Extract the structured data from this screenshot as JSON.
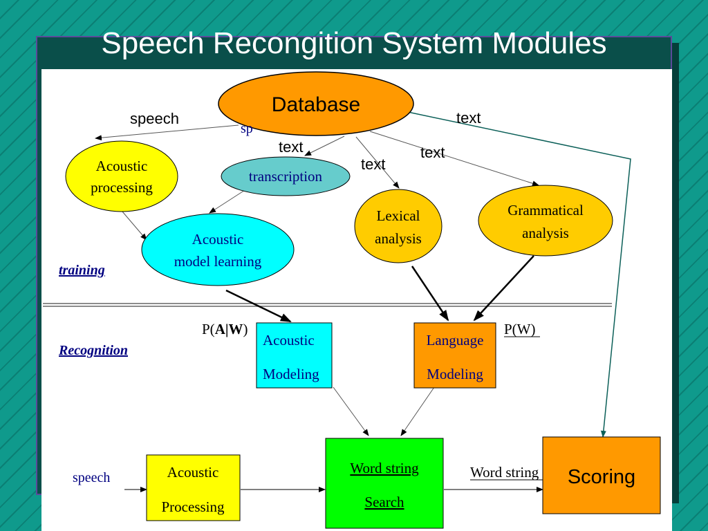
{
  "slide": {
    "title": "Speech Recongition System Modules"
  },
  "colors": {
    "teal_bg": "#0f9a8c",
    "orange": "#ff9900",
    "yellow": "#ffff00",
    "gold": "#ffcc00",
    "cyan": "#00ffff",
    "light_teal": "#66cccc",
    "green": "#00ff00",
    "label_blue": "#000080"
  },
  "diagram": {
    "database": "Database",
    "arrow_labels": {
      "speech": "speech",
      "text_right": "text",
      "text_transcription": "text",
      "text_lexical": "text",
      "text_grammatical": "text",
      "partial_speech": "sp"
    },
    "training_nodes": {
      "acoustic_processing_line1": "Acoustic",
      "acoustic_processing_line2": "processing",
      "transcription": "transcription",
      "acoustic_model_learning_line1": "Acoustic",
      "acoustic_model_learning_line2": "model learning",
      "lexical_line1": "Lexical",
      "lexical_line2": "analysis",
      "grammatical_line1": "Grammatical",
      "grammatical_line2": "analysis"
    },
    "sections": {
      "training": "training",
      "recognition": "Recognition"
    },
    "recognition_nodes": {
      "p_a_w_prefix": "P(",
      "p_a_w_bold": "A|W",
      "p_a_w_suffix": ")",
      "acoustic_modeling_line1": "Acoustic",
      "acoustic_modeling_line2": "Modeling",
      "language_modeling_line1": "Language",
      "language_modeling_line2": "Modeling",
      "p_w": "P(W)",
      "speech_input": "speech",
      "acoustic_processing_line1": "Acoustic",
      "acoustic_processing_line2": "Processing",
      "word_string_search_line1": "Word string",
      "word_string_search_line2": "Search",
      "word_string_output": "Word string",
      "scoring": "Scoring"
    }
  }
}
